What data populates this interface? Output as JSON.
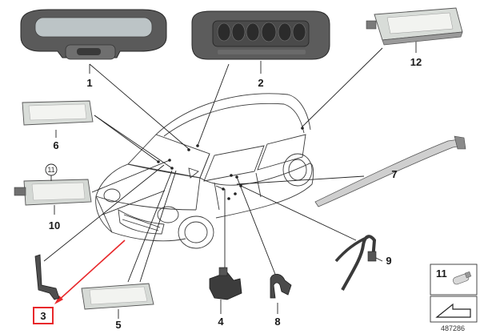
{
  "diagram": {
    "parts": [
      {
        "id": "1",
        "name": "overhead-console"
      },
      {
        "id": "2",
        "name": "overhead-switch-panel"
      },
      {
        "id": "3",
        "name": "bracket-part-3"
      },
      {
        "id": "4",
        "name": "mount-part-4"
      },
      {
        "id": "5",
        "name": "lamp-part-5"
      },
      {
        "id": "6",
        "name": "lamp-part-6"
      },
      {
        "id": "7",
        "name": "strip-part-7"
      },
      {
        "id": "8",
        "name": "clip-part-8"
      },
      {
        "id": "9",
        "name": "cable-part-9"
      },
      {
        "id": "10",
        "name": "lamp-part-10"
      },
      {
        "id": "11",
        "name": "bulb-part-11"
      },
      {
        "id": "12",
        "name": "lamp-part-12"
      }
    ],
    "callout_11": "11",
    "legend_box_label": "11",
    "diagram_number": "487286",
    "colors": {
      "highlight": "#e8282b",
      "line": "#222222"
    }
  }
}
